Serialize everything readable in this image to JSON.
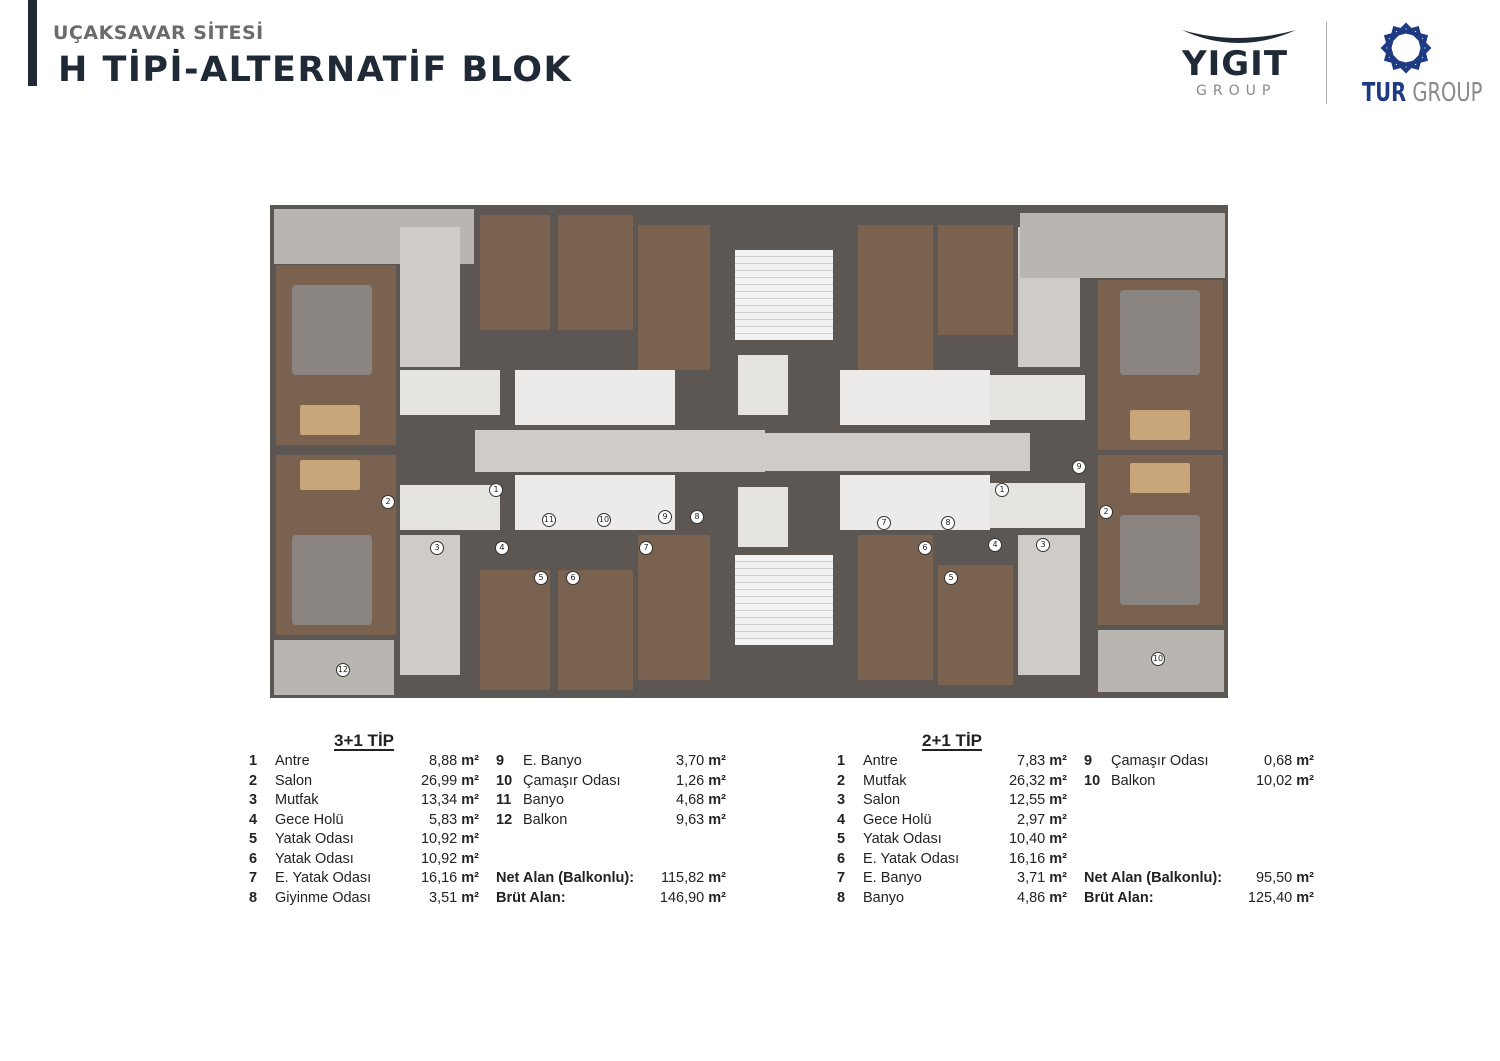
{
  "header": {
    "site": "UÇAKSAVAR SİTESİ",
    "title": "H TİPİ-ALTERNATİF BLOK"
  },
  "logos": {
    "yigit_main": "YIGIT",
    "yigit_sub": "GROUP",
    "tur_main": "TUR",
    "tur_sub": "GROUP"
  },
  "unit": "m²",
  "type31": {
    "title": "3+1 TİP",
    "rooms": [
      {
        "no": "1",
        "name": "Antre",
        "area": "8,88"
      },
      {
        "no": "2",
        "name": "Salon",
        "area": "26,99"
      },
      {
        "no": "3",
        "name": "Mutfak",
        "area": "13,34"
      },
      {
        "no": "4",
        "name": "Gece Holü",
        "area": "5,83"
      },
      {
        "no": "5",
        "name": "Yatak Odası",
        "area": "10,92"
      },
      {
        "no": "6",
        "name": "Yatak Odası",
        "area": "10,92"
      },
      {
        "no": "7",
        "name": "E. Yatak Odası",
        "area": "16,16"
      },
      {
        "no": "8",
        "name": "Giyinme Odası",
        "area": "3,51"
      },
      {
        "no": "9",
        "name": "E. Banyo",
        "area": "3,70"
      },
      {
        "no": "10",
        "name": "Çamaşır Odası",
        "area": "1,26"
      },
      {
        "no": "11",
        "name": "Banyo",
        "area": "4,68"
      },
      {
        "no": "12",
        "name": "Balkon",
        "area": "9,63"
      }
    ],
    "net_label": "Net  Alan (Balkonlu):",
    "net": "115,82",
    "gross_label": "Brüt Alan:",
    "gross": "146,90"
  },
  "type21": {
    "title": "2+1 TİP",
    "rooms": [
      {
        "no": "1",
        "name": "Antre",
        "area": "7,83"
      },
      {
        "no": "2",
        "name": "Mutfak",
        "area": "26,32"
      },
      {
        "no": "3",
        "name": "Salon",
        "area": "12,55"
      },
      {
        "no": "4",
        "name": "Gece Holü",
        "area": "2,97"
      },
      {
        "no": "5",
        "name": "Yatak Odası",
        "area": "10,40"
      },
      {
        "no": "6",
        "name": "E. Yatak Odası",
        "area": "16,16"
      },
      {
        "no": "7",
        "name": "E. Banyo",
        "area": "3,71"
      },
      {
        "no": "8",
        "name": "Banyo",
        "area": "4,86"
      },
      {
        "no": "9",
        "name": "Çamaşır Odası",
        "area": "0,68"
      },
      {
        "no": "10",
        "name": "Balkon",
        "area": "10,02"
      }
    ],
    "net_label": "Net  Alan (Balkonlu):",
    "net": "95,50",
    "gross_label": "Brüt Alan:",
    "gross": "125,40"
  },
  "plan_markers": {
    "left": [
      "1",
      "2",
      "3",
      "4",
      "5",
      "6",
      "7",
      "8",
      "9",
      "10",
      "11",
      "12"
    ],
    "right": [
      "1",
      "2",
      "3",
      "4",
      "5",
      "6",
      "7",
      "8",
      "9",
      "10"
    ]
  }
}
